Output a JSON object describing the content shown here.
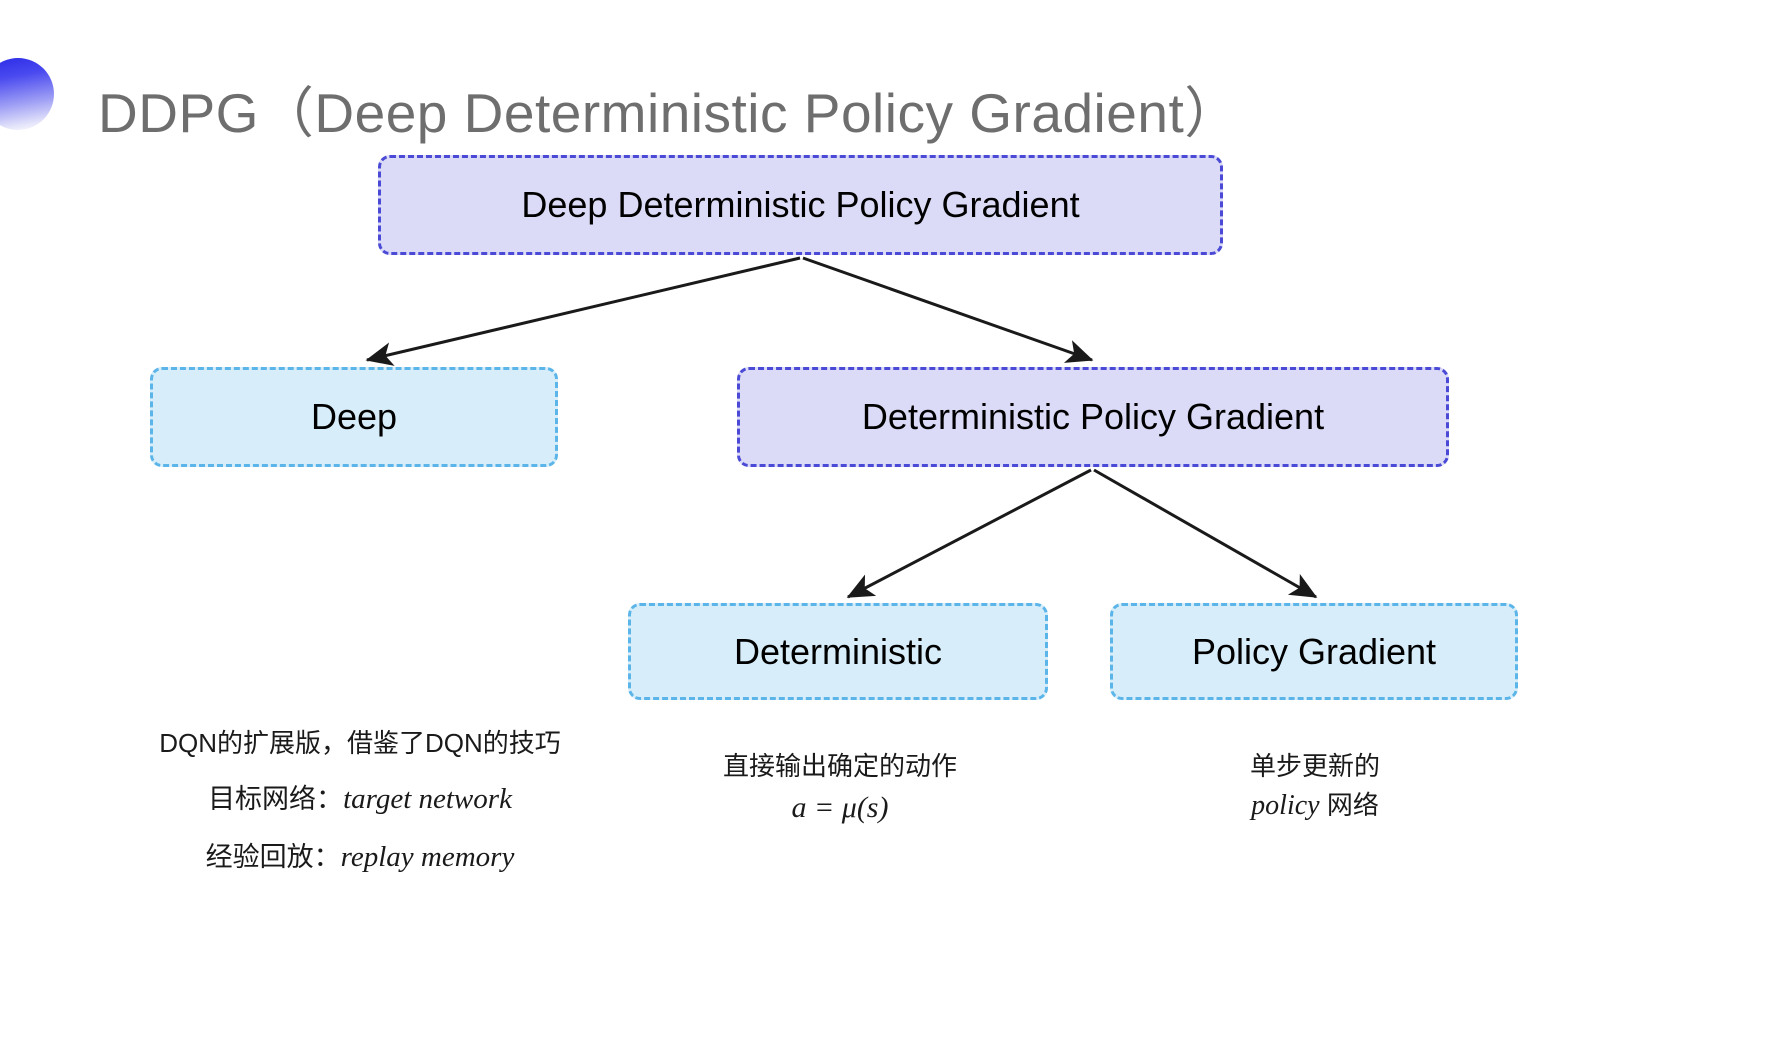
{
  "slide": {
    "title": "DDPG（Deep Deterministic Policy Gradient）",
    "background_color": "#ffffff"
  },
  "colors": {
    "purple_fill": "#dbdbf7",
    "purple_border": "#4a4ad6",
    "cyan_fill": "#d7eefa",
    "cyan_border": "#5cb5e8",
    "title_text": "#6e6e6e",
    "arrow": "#1a1a1a",
    "bullet_gradient_start": "#2a2ae6",
    "bullet_gradient_end": "#ffffff"
  },
  "diagram": {
    "nodes": [
      {
        "id": "root",
        "label": "Deep Deterministic Policy Gradient",
        "style": "purple",
        "level": 0
      },
      {
        "id": "deep",
        "label": "Deep",
        "style": "cyan",
        "level": 1
      },
      {
        "id": "dpg",
        "label": "Deterministic Policy Gradient",
        "style": "purple",
        "level": 1
      },
      {
        "id": "deterministic",
        "label": "Deterministic",
        "style": "cyan",
        "level": 2
      },
      {
        "id": "policy_gradient",
        "label": "Policy Gradient",
        "style": "cyan",
        "level": 2
      }
    ],
    "edges": [
      {
        "from": "root",
        "to": "deep"
      },
      {
        "from": "root",
        "to": "dpg"
      },
      {
        "from": "dpg",
        "to": "deterministic"
      },
      {
        "from": "dpg",
        "to": "policy_gradient"
      }
    ]
  },
  "captions": {
    "left": {
      "line1": "DQN的扩展版，借鉴了DQN的技巧",
      "line2_label": "目标网络：",
      "line2_term": "target network",
      "line3_label": "经验回放：",
      "line3_term": "replay memory"
    },
    "middle": {
      "line1": "直接输出确定的动作",
      "line2": "a = μ(s)"
    },
    "right": {
      "line1": "单步更新的",
      "line2_term": "policy",
      "line2_tail": " 网络"
    }
  }
}
